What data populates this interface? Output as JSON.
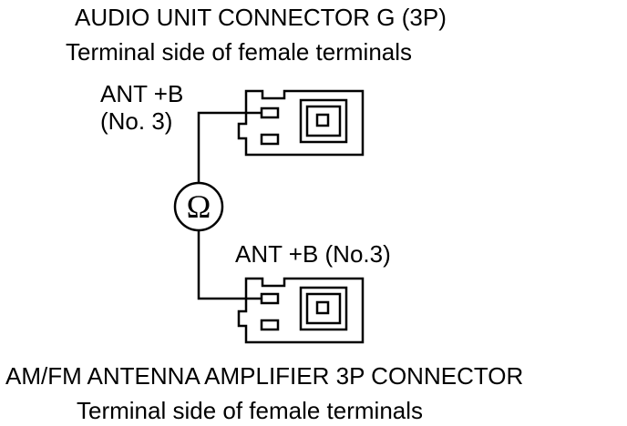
{
  "top_connector": {
    "title": "AUDIO UNIT CONNECTOR G (3P)",
    "subtitle": "Terminal side of female terminals",
    "terminal_label_line1": "ANT +B",
    "terminal_label_line2": "(No. 3)"
  },
  "bottom_connector": {
    "title": "AM/FM ANTENNA AMPLIFIER 3P CONNECTOR",
    "subtitle": "Terminal side of female terminals",
    "terminal_label": "ANT +B (No.3)"
  },
  "meter": {
    "symbol": "Ω",
    "icon": "ohmmeter-icon"
  },
  "colors": {
    "line": "#000000",
    "background": "#ffffff"
  }
}
